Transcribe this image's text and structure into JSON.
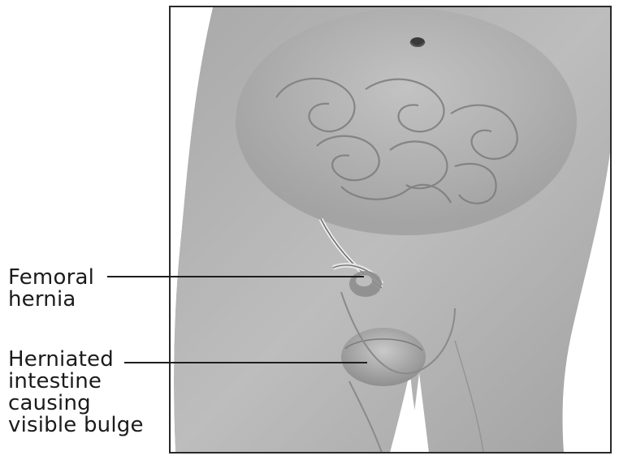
{
  "labels": {
    "femoral_hernia": {
      "lines": [
        "Femoral",
        "hernia"
      ]
    },
    "herniated_intestine": {
      "lines": [
        "Herniated",
        "intestine",
        "causing",
        "visible bulge"
      ]
    }
  },
  "colors": {
    "background": "#ffffff",
    "skin_mid": "#b8b8b8",
    "skin_dark": "#8a8a8a",
    "frame": "#2a2a2a",
    "leader_line": "#1e1e1e"
  }
}
